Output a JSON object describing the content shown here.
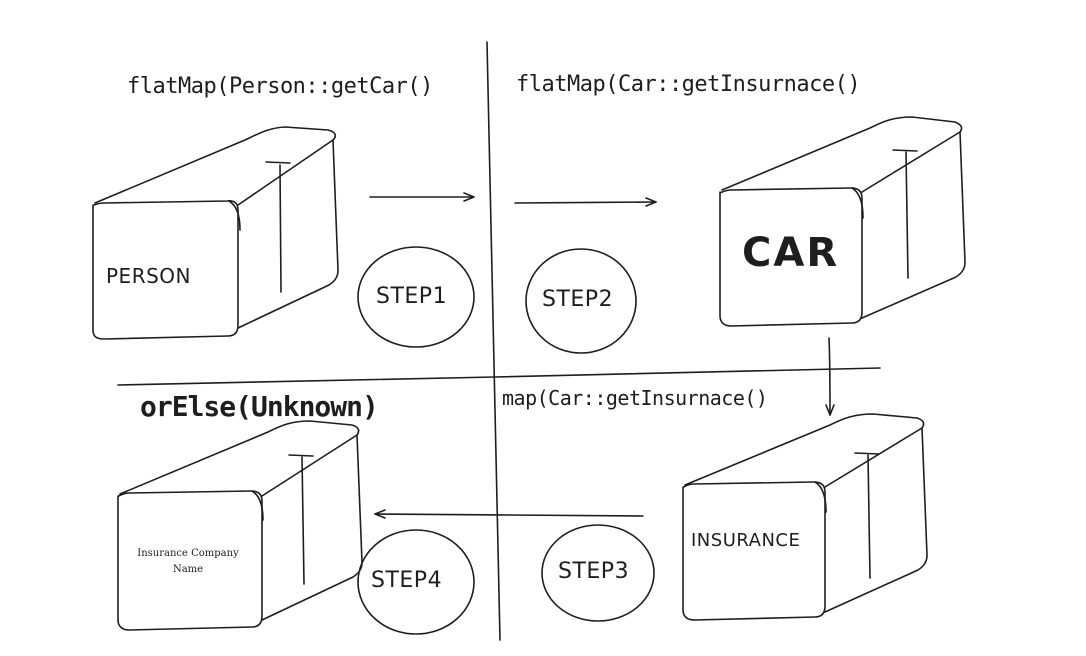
{
  "stroke_color": "#1e1e1e",
  "background_color": "#ffffff",
  "top_left": {
    "code": "flatMap(Person::getCar()",
    "box_label": "PERSON",
    "step": "STEP1"
  },
  "top_right": {
    "code": "flatMap(Car::getInsurnace()",
    "box_label": "CAR",
    "step": "STEP2"
  },
  "bottom_right": {
    "code": "map(Car::getInsurnace()",
    "box_label": "INSURANCE",
    "step": "STEP3"
  },
  "bottom_left": {
    "code": "orElse(Unknown)",
    "box_label": "Insurance Company Name",
    "step": "STEP4"
  }
}
